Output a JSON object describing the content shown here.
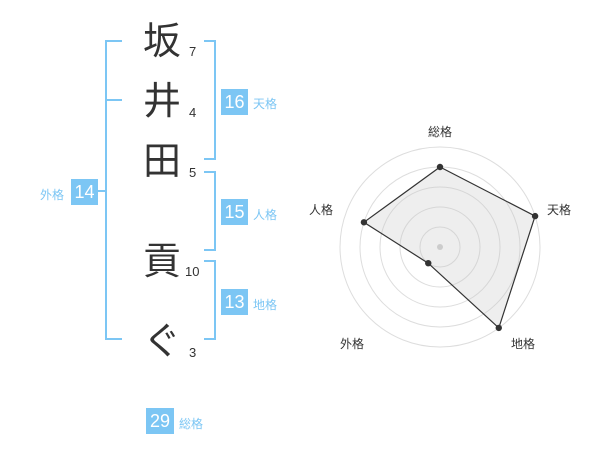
{
  "name": {
    "chars": [
      {
        "char": "坂",
        "strokes": "7"
      },
      {
        "char": "井",
        "strokes": "4"
      },
      {
        "char": "田",
        "strokes": "5"
      },
      {
        "char": "貢",
        "strokes": "10"
      },
      {
        "char": "ぐ",
        "strokes": "3"
      }
    ]
  },
  "kakusu": {
    "tenkaku": {
      "value": "16",
      "label": "天格"
    },
    "jinkaku": {
      "value": "15",
      "label": "人格"
    },
    "chikaku": {
      "value": "13",
      "label": "地格"
    },
    "gaikaku": {
      "value": "14",
      "label": "外格"
    },
    "soukaku": {
      "value": "29",
      "label": "総格"
    }
  },
  "colors": {
    "accent": "#7cc6f4",
    "text": "#333333"
  },
  "chart_data": {
    "type": "radar",
    "axes": [
      "総格",
      "天格",
      "地格",
      "外格",
      "人格"
    ],
    "values": [
      0.8,
      1.0,
      1.0,
      0.2,
      0.8
    ],
    "rings": 5,
    "grid": true
  }
}
